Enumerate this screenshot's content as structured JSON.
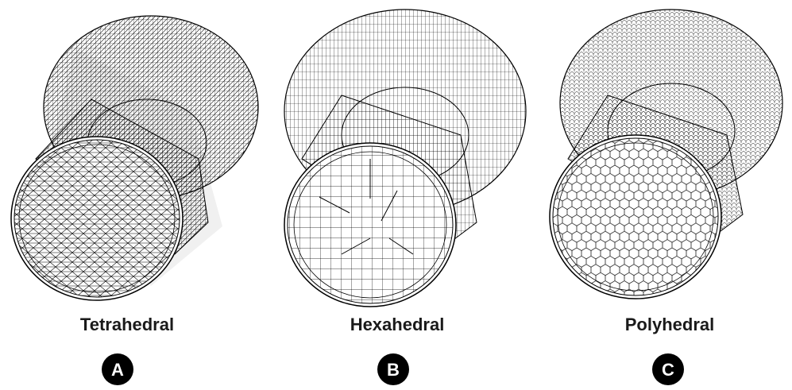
{
  "panels": [
    {
      "caption": "Tetrahedral",
      "badge": "A",
      "mesh": "tetrahedral"
    },
    {
      "caption": "Hexahedral",
      "badge": "B",
      "mesh": "hexahedral"
    },
    {
      "caption": "Polyhedral",
      "badge": "C",
      "mesh": "polyhedral"
    }
  ],
  "colors": {
    "line": "#000000",
    "face": "#ffffff",
    "badge": "#000000",
    "badge_text": "#ffffff"
  }
}
